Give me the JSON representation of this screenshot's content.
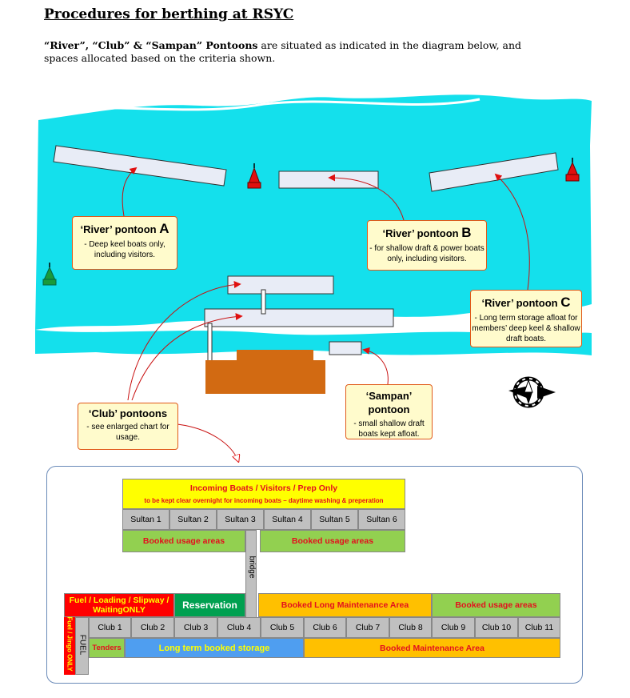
{
  "header": {
    "title": "Procedures for berthing at RSYC",
    "intro_names": "“River”, “Club” & “Sampan” Pontoons",
    "intro_rest": " are situated as indicated in the diagram below, and spaces allocated based on the criteria shown."
  },
  "callouts": {
    "river_a": {
      "title": "‘River’ pontoon",
      "letter": "A",
      "desc": "- Deep keel boats only, including visitors."
    },
    "river_b": {
      "title": "‘River’ pontoon",
      "letter": "B",
      "desc": "- for shallow draft & power boats only, including visitors."
    },
    "river_c": {
      "title": "‘River’ pontoon",
      "letter": "C",
      "desc": "- Long term storage afloat for members’ deep keel & shallow draft boats."
    },
    "club": {
      "title": "‘Club’ pontoons",
      "desc": "- see enlarged chart for usage."
    },
    "sampan": {
      "title": "‘Sampan’ pontoon",
      "desc": "- small shallow draft boats kept afloat."
    }
  },
  "chart": {
    "incoming_title": "Incoming Boats / Visitors / Prep Only",
    "incoming_sub": "to be kept clear overnight for incoming boats – daytime washing & preperation",
    "sultans": [
      "Sultan 1",
      "Sultan 2",
      "Sultan 3",
      "Sultan 4",
      "Sultan 5",
      "Sultan 6"
    ],
    "booked_usage_left": "Booked usage areas",
    "booked_usage_right": "Booked usage areas",
    "bridge": "bridge",
    "fuel_loading": "Fuel / Loading / Slipway / WaitingONLY",
    "reservation": "Reservation",
    "booked_long_maint": "Booked Long Maintenance Area",
    "booked_usage_top": "Booked usage areas",
    "fuel_side": "Fuel / Jingo ONLY",
    "fuel_box": "FUEL",
    "clubs": [
      "Club 1",
      "Club 2",
      "Club 3",
      "Club 4",
      "Club 5",
      "Club 6",
      "Club 7",
      "Club 8",
      "Club 9",
      "Club 10",
      "Club 11"
    ],
    "tenders": "Tenders",
    "long_term_storage": "Long term booked storage",
    "booked_maint": "Booked Maintenance Area"
  },
  "colors": {
    "water": "#14e0ec",
    "pontoon": "#e8ecf6",
    "shore": "#d26a12",
    "buoy_red": "#e01010",
    "buoy_green": "#1a9a3a",
    "yellow": "#ffff00",
    "green": "#92d050",
    "orange": "#ffc000",
    "red": "#ff0000",
    "teal": "#00a050",
    "blue": "#4f9ef0",
    "grey": "#c0c0c0"
  }
}
